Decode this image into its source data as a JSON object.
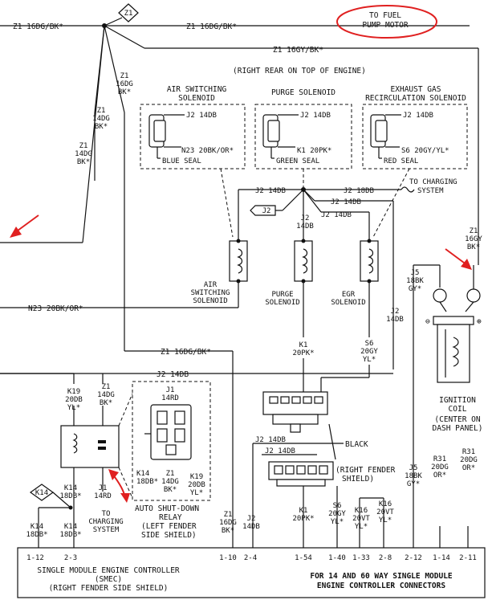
{
  "wires": {
    "z1_top_left": "Z1 16DG/BK*",
    "z1_top_right": "Z1 16DG/BK*",
    "z1_16gy": "Z1 16GY/BK*",
    "z1_vert_a": [
      "Z1",
      "16DG",
      "BK*"
    ],
    "z1_vert_b": [
      "Z1",
      "14DG",
      "BK*"
    ],
    "z1_vert_c": [
      "Z1",
      "14DG",
      "BK*"
    ],
    "z1_mid": "Z1 16DG/BK*",
    "j2_14db_a": "J2 14DB",
    "j2_18db": "J2 18DB",
    "j2_14db_b": "J2 14DB",
    "j2_14db_c": "J2 14DB",
    "j2_vert_purge": [
      "J2",
      "14DB"
    ],
    "n23": "N23 20BK/OR*",
    "k1_vert": [
      "K1",
      "20PK*"
    ],
    "s6_vert": [
      "S6",
      "20GY",
      "YL*"
    ],
    "j2_vert_right": [
      "J2",
      "14DB"
    ],
    "j2_relay": "J2 14DB",
    "z1_relay": [
      "Z1",
      "14DG",
      "BK*"
    ],
    "k19_left": [
      "K19",
      "20DB",
      "YL*"
    ],
    "k14_left": [
      "K14",
      "18DB*"
    ],
    "j1_left": [
      "J1",
      "14RD"
    ],
    "z1_16gy_vert": [
      "Z1",
      "16GY",
      "BK*"
    ],
    "j5_top": [
      "J5",
      "18BK",
      "GY*"
    ],
    "j2_14db_low1": "J2 14DB",
    "j2_14db_low2": "J2 14DB",
    "j5_bottom": [
      "J5",
      "18BK",
      "GY*"
    ],
    "r31_a": [
      "R31",
      "20DG",
      "OR*"
    ],
    "r31_b": [
      "R31",
      "20DG",
      "OR*"
    ],
    "k1_low": [
      "K1",
      "20PK*"
    ],
    "s6_low": [
      "S6",
      "20GY",
      "YL*"
    ],
    "k16_a": [
      "K16",
      "20VT",
      "YL*"
    ],
    "k16_b": [
      "K16",
      "20VT",
      "YL*"
    ],
    "z1_low": [
      "Z1",
      "16DG",
      "BK*"
    ],
    "j2_low": [
      "J2",
      "14DB"
    ],
    "k14_bottom_a": [
      "K14",
      "18DB*"
    ],
    "k14_bottom_b": [
      "K14",
      "18DB*"
    ]
  },
  "callouts": {
    "z1_diamond": "Z1",
    "j2_flag": "J2",
    "k14_diamond": "K14",
    "to_fuel_pump": [
      "TO FUEL",
      "PUMP MOTOR"
    ],
    "to_charging_top": [
      "TO CHARGING",
      "SYSTEM"
    ],
    "right_rear": "(RIGHT REAR ON TOP OF ENGINE)",
    "black": "BLACK",
    "right_fender_shield": [
      "(RIGHT FENDER",
      "SHIELD)"
    ],
    "to_charging_left": [
      "TO",
      "CHARGING",
      "SYSTEM"
    ]
  },
  "components": {
    "air_switching_title": [
      "AIR SWITCHING",
      "SOLENOID"
    ],
    "air_switching_pins": [
      "J2 14DB",
      "N23 20BK/OR*",
      "BLUE SEAL"
    ],
    "purge_title": "PURGE SOLENOID",
    "purge_pins": [
      "J2 14DB",
      "K1 20PK*",
      "GREEN SEAL"
    ],
    "egr_title": [
      "EXHAUST GAS",
      "RECIRCULATION SOLENOID"
    ],
    "egr_pins": [
      "J2 14DB",
      "S6 20GY/YL*",
      "RED SEAL"
    ],
    "air_switching_coil": [
      "AIR",
      "SWITCHING",
      "SOLENOID"
    ],
    "purge_coil": [
      "PURGE",
      "SOLENOID"
    ],
    "egr_coil": [
      "EGR",
      "SOLENOID"
    ],
    "ignition_coil": [
      "IGNITION",
      "COIL",
      "(CENTER ON",
      "DASH PANEL)"
    ],
    "relay_label": [
      "AUTO SHUT-DOWN",
      "RELAY",
      "(LEFT FENDER",
      "SIDE SHIELD)"
    ],
    "relay_pins": {
      "j1": [
        "J1",
        "14RD"
      ],
      "k14": [
        "K14",
        "18DB*"
      ],
      "z1": [
        "Z1",
        "14DG",
        "BK*"
      ],
      "k19": [
        "K19",
        "20DB",
        "YL*"
      ]
    }
  },
  "controller": {
    "pins": [
      "1-12",
      "2-3",
      "1-10",
      "2-4",
      "1-54",
      "1-40",
      "1-33",
      "2-8",
      "2-12",
      "1-14",
      "2-11"
    ],
    "name": [
      "SINGLE MODULE ENGINE CONTROLLER",
      "(SMEC)",
      "(RIGHT FENDER SIDE SHIELD)"
    ],
    "note": [
      "FOR 14 AND 60 WAY SINGLE MODULE",
      "ENGINE CONTROLLER CONNECTORS"
    ]
  },
  "colors": {
    "annotation": "#e02020",
    "ink": "#111111"
  }
}
